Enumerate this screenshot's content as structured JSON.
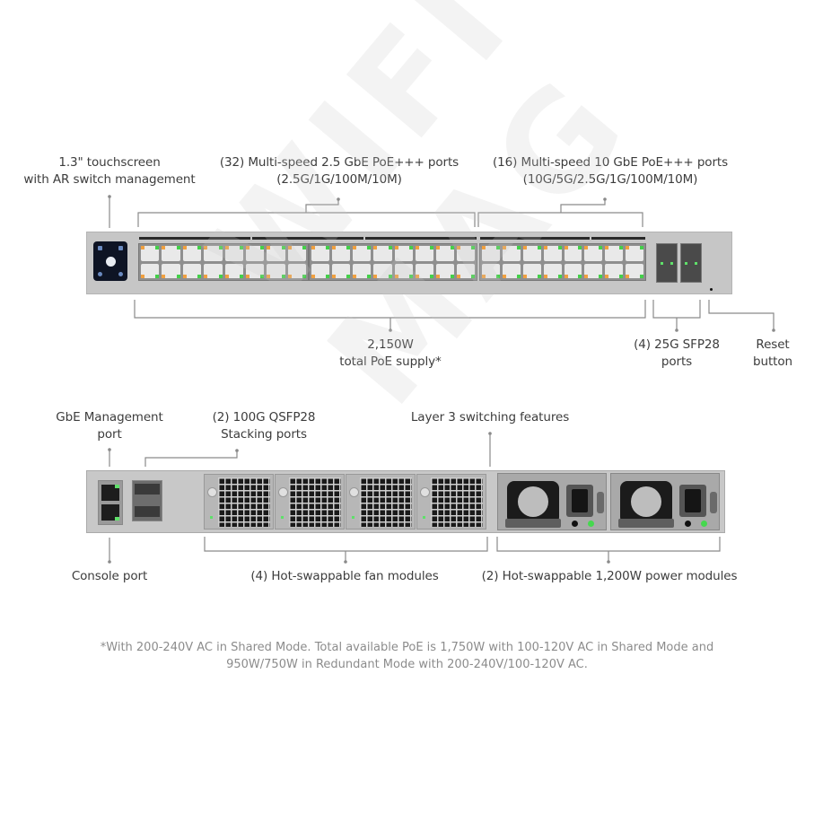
{
  "front_panel": {
    "labels": {
      "touchscreen": [
        "1.3\" touchscreen",
        "with AR switch management"
      ],
      "ports_2_5g": [
        "(32) Multi-speed 2.5 GbE PoE+++ ports",
        "(2.5G/1G/100M/10M)"
      ],
      "ports_10g": [
        "(16) Multi-speed 10 GbE PoE+++ ports",
        "(10G/5G/2.5G/1G/100M/10M)"
      ],
      "poe_supply": [
        "2,150W",
        "total PoE supply*"
      ],
      "sfp28": [
        "(4) 25G SFP28",
        "ports"
      ],
      "reset": [
        "Reset",
        "button"
      ]
    }
  },
  "rear_panel": {
    "labels": {
      "mgmt_port": [
        "GbE Management",
        "port"
      ],
      "qsfp28": [
        "(2) 100G QSFP28",
        "Stacking ports"
      ],
      "layer3": "Layer 3 switching features",
      "console": "Console port",
      "fans": "(4) Hot-swappable fan modules",
      "power": "(2) Hot-swappable 1,200W power modules"
    }
  },
  "footnote": [
    "*With 200-240V AC in Shared Mode. Total available PoE is 1,750W with 100-120V AC in Shared Mode and",
    "950W/750W in Redundant Mode with 200-240V/100-120V AC."
  ],
  "watermark": "WIFI MAG",
  "colors": {
    "chassis": "#c6c6c6",
    "led_green": "#44d04a",
    "led_amber": "#f0a040",
    "text": "#3c3c3c",
    "footnote": "#8c8c8c",
    "leader": "#8a8a8a"
  }
}
